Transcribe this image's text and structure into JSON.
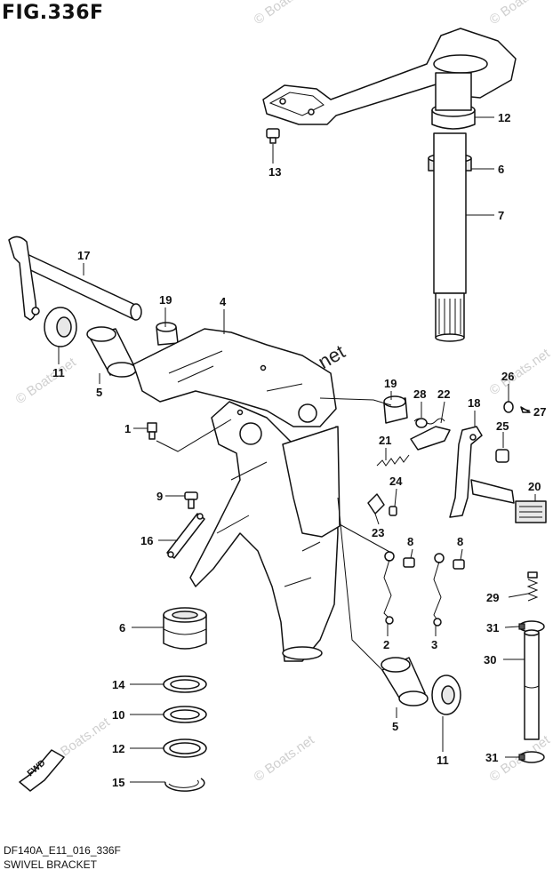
{
  "figure": {
    "title": "FIG.336F",
    "diagram_code": "DF140A_E11_016_336F",
    "section_name": "SWIVEL BRACKET"
  },
  "watermarks": {
    "main": "© Boats.net",
    "faded": "© Boats.net"
  },
  "direction_tag": "FWD",
  "callouts": [
    "12",
    "6",
    "7",
    "13",
    "17",
    "19",
    "4",
    "11",
    "5",
    "1",
    "9",
    "16",
    "6",
    "14",
    "10",
    "12",
    "15",
    "19",
    "28",
    "22",
    "26",
    "27",
    "18",
    "25",
    "21",
    "24",
    "23",
    "20",
    "8",
    "8",
    "2",
    "3",
    "29",
    "31",
    "30",
    "5",
    "11",
    "31"
  ]
}
